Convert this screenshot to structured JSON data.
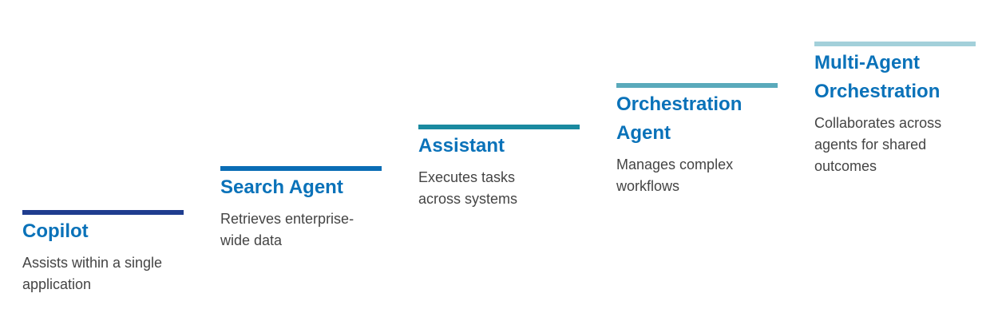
{
  "diagram": {
    "type": "staircase-progression",
    "steps": [
      {
        "title": "Copilot",
        "description": "Assists within a single application",
        "bar_color": "#1f3d8f"
      },
      {
        "title": "Search Agent",
        "description": "Retrieves enterprise-wide data",
        "bar_color": "#0a6db5"
      },
      {
        "title": "Assistant",
        "description": "Executes tasks across systems",
        "bar_color": "#1a8aa0"
      },
      {
        "title": "Orchestration Agent",
        "description": "Manages complex workflows",
        "bar_color": "#5aaabb"
      },
      {
        "title": "Multi-Agent Orchestration",
        "description": "Collaborates across agents for shared outcomes",
        "bar_color": "#a3d0da"
      }
    ]
  }
}
